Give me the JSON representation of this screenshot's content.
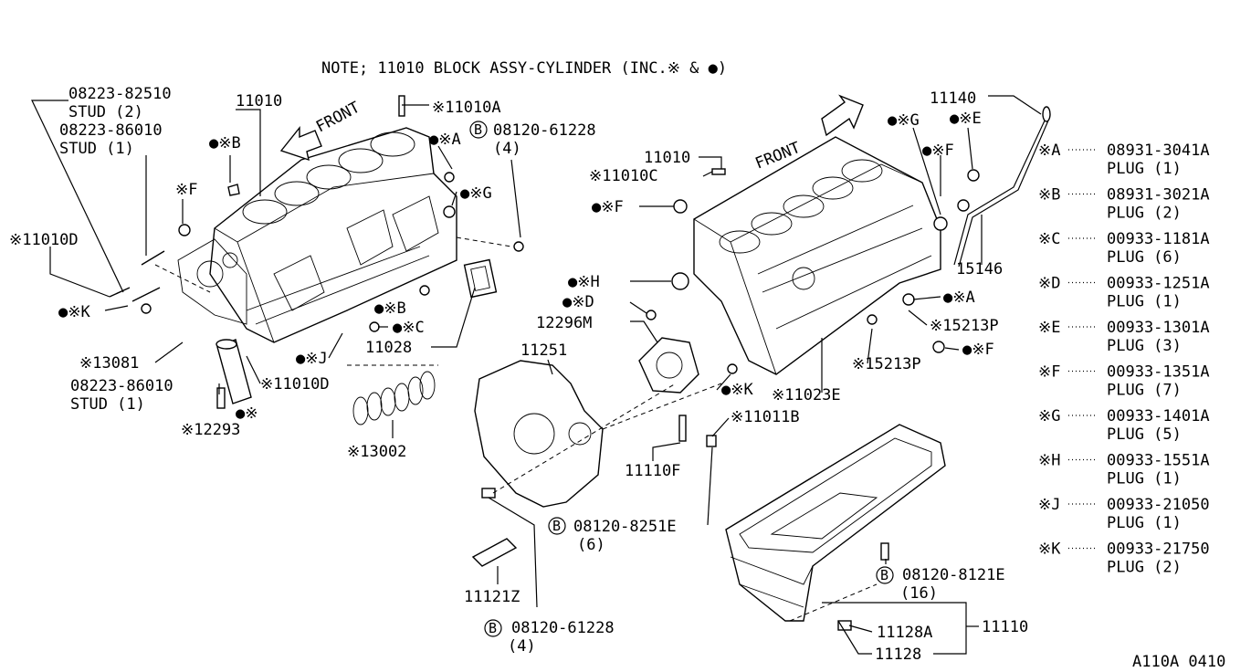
{
  "note": "NOTE; 11010 BLOCK ASSY-CYLINDER (INC.※ & ●)",
  "diagram_code": "A110A 0410",
  "front_label": "FRONT",
  "left_callouts": {
    "stud_a_part": "08223-82510",
    "stud_a_desc": "STUD (2)",
    "stud_b_part": "08223-86010",
    "stud_b_desc": "STUD (1)",
    "block": "11010",
    "k": "●※K",
    "d_left": "※11010D",
    "p13081": "※13081",
    "stud_c_part": "08223-86010",
    "stud_c_desc": "STUD (1)",
    "p12293": "※12293",
    "bullet": "●※",
    "d_bottom": "※11010D",
    "p13002": "※13002",
    "p11028": "11028",
    "j": "●※J",
    "c": "●※C",
    "b_lower": "●※B",
    "f": "※F",
    "b_upper": "●※B",
    "a": "●※A",
    "p11010a": "※11010A",
    "g": "●※G",
    "bolt_part": "08120-61228",
    "bolt_qty": "(4)"
  },
  "right_callouts": {
    "block": "11010",
    "p11010c": "※11010C",
    "f_left": "●※F",
    "h": "●※H",
    "d": "●※D",
    "p12296m": "12296M",
    "p11251": "11251",
    "k": "●※K",
    "p11023e": "※11023E",
    "p11011b": "※11011B",
    "p11110f": "11110F",
    "bolt_8251_part": "08120-8251E",
    "bolt_8251_qty": "(6)",
    "p11121z": "11121Z",
    "bolt_61228_part": "08120-61228",
    "bolt_61228_qty": "(4)",
    "g_top": "●※G",
    "e_top": "●※E",
    "f_top": "●※F",
    "p11140": "11140",
    "p15146": "15146",
    "a_right": "●※A",
    "p15213p_a": "※15213P",
    "p15213p_b": "※15213P",
    "f_right": "●※F",
    "bolt_8121_part": "08120-8121E",
    "bolt_8121_qty": "(16)",
    "p11128a": "11128A",
    "p11128": "11128",
    "p11110": "11110",
    "b_mark": "B"
  },
  "plug_legend": [
    {
      "key": "※A",
      "part": "08931-3041A",
      "desc": "PLUG (1)"
    },
    {
      "key": "※B",
      "part": "08931-3021A",
      "desc": "PLUG (2)"
    },
    {
      "key": "※C",
      "part": "00933-1181A",
      "desc": "PLUG (6)"
    },
    {
      "key": "※D",
      "part": "00933-1251A",
      "desc": "PLUG (1)"
    },
    {
      "key": "※E",
      "part": "00933-1301A",
      "desc": "PLUG (3)"
    },
    {
      "key": "※F",
      "part": "00933-1351A",
      "desc": "PLUG (7)"
    },
    {
      "key": "※G",
      "part": "00933-1401A",
      "desc": "PLUG (5)"
    },
    {
      "key": "※H",
      "part": "00933-1551A",
      "desc": "PLUG (1)"
    },
    {
      "key": "※J",
      "part": "00933-21050",
      "desc": "PLUG (1)"
    },
    {
      "key": "※K",
      "part": "00933-21750",
      "desc": "PLUG (2)"
    }
  ]
}
